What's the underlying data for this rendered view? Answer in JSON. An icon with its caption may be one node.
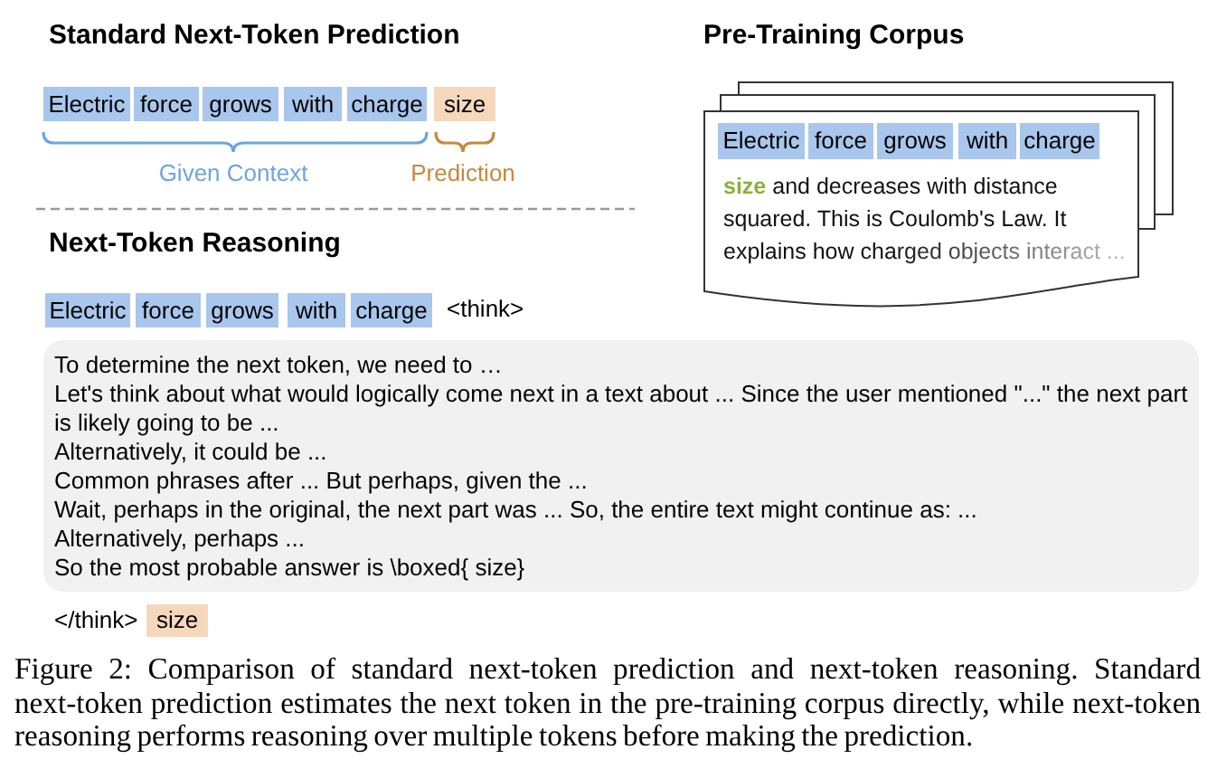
{
  "diagram": {
    "nodes": [
      {
        "text": [
          "Electric"
        ]
      },
      {
        "text": [
          "force"
        ]
      },
      {
        "text": [
          "grows"
        ]
      },
      {
        "text": [
          "with"
        ]
      },
      {
        "text": [
          "charge"
        ]
      },
      {
        "text": [
          "size"
        ]
      },
      {
        "text": [
          "**size** and decreases with distance squared. This is Coulomb's Law. It explains how charged objects interact ..."
        ]
      },
      {
        "text": [
          "Electric"
        ],
        "in": 6
      },
      {
        "text": [
          "force"
        ],
        "in": 6
      },
      {
        "text": [
          "grows"
        ],
        "in": 6
      },
      {
        "text": [
          "with"
        ],
        "in": 6
      },
      {
        "text": [
          "charge"
        ],
        "in": 6
      },
      {
        "text": [
          "Electric"
        ]
      },
      {
        "text": [
          "force"
        ]
      },
      {
        "text": [
          "grows"
        ]
      },
      {
        "text": [
          "with"
        ]
      },
      {
        "text": [
          "charge"
        ]
      },
      {
        "text": [
          "To determine the next token, we need to …",
          "Let's think about what would logically come next in a text about ... Since the user mentioned \"...\" the next part is likely going to be ...",
          "Alternatively, it could be ...",
          "Common phrases after ... But perhaps, given the ...",
          "Wait, perhaps in the original, the next part was ... So, the entire text might continue as: ...",
          "Alternatively, perhaps ...",
          "So the most probable answer is \\boxed{ size}"
        ]
      },
      {
        "text": [
          "size"
        ]
      }
    ],
    "labels": [
      "Standard Next-Token Prediction",
      "Pre-Training Corpus",
      "Given Context",
      "Prediction",
      "Next-Token Reasoning",
      "<think>",
      "</think>"
    ],
    "caption": "Figure 2: Comparison of standard next-token prediction and next-token reasoning. Standard next-token prediction estimates the next token in the pre-training corpus directly, while next-token reasoning performs reasoning over multiple tokens before making the prediction."
  }
}
